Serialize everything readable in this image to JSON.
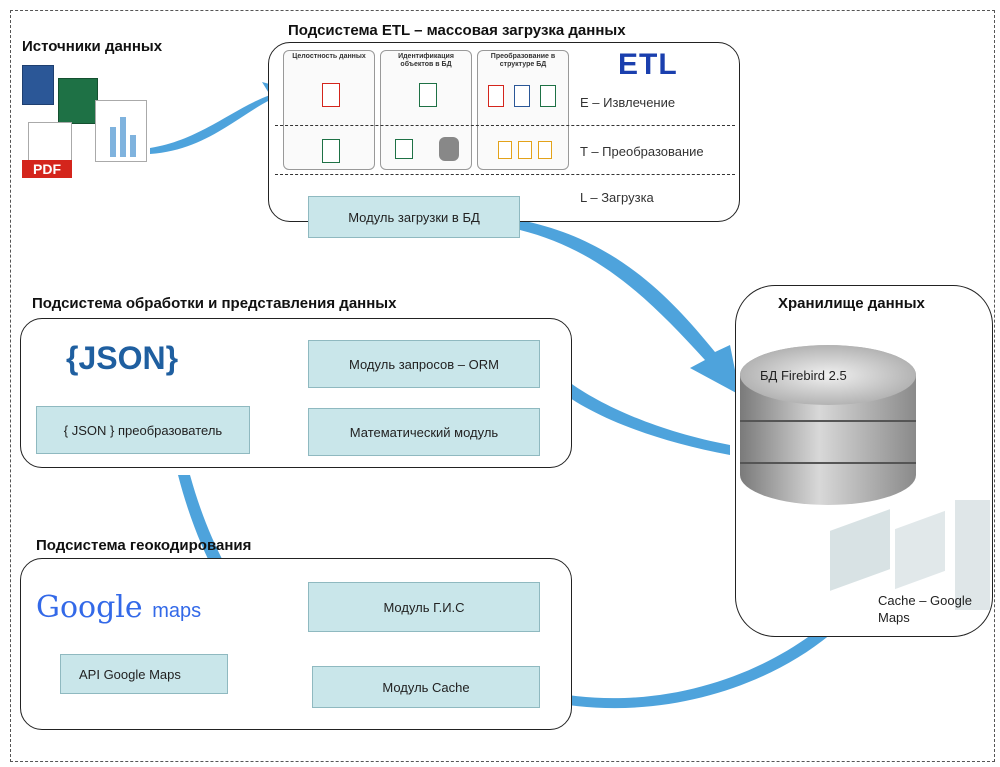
{
  "sources": {
    "title": "Источники данных",
    "pdf_label": "PDF"
  },
  "etl": {
    "title": "Подсистема ETL – массовая загрузка данных",
    "logo": "ETL",
    "columns": [
      "Целостность данных",
      "Идентификация объектов в БД",
      "Преобразование в структуре БД"
    ],
    "stages": {
      "extract": "E – Извлечение",
      "transform": "T – Преобразование",
      "load": "L – Загрузка"
    },
    "load_module": "Модуль загрузки в БД"
  },
  "processing": {
    "title": "Подсистема обработки и представления данных",
    "json_logo": "{JSON}",
    "orm_module": "Модуль запросов – ORM",
    "math_module": "Математический модуль",
    "json_converter": "{ JSON } преобразователь"
  },
  "geocoding": {
    "title": "Подсистема геокодирования",
    "google_brand": "Google",
    "google_maps_word": "maps",
    "gis_module": "Модуль Г.И.С",
    "cache_module": "Модуль Cache",
    "api_label": "API Google Maps"
  },
  "storage": {
    "title": "Хранилище данных",
    "db_label": "БД Firebird 2.5",
    "cache_label": "Cache – Google Maps"
  },
  "colors": {
    "arrow": "#4ea3dc",
    "module": "#c9e6ea",
    "etl_logo": "#1a3fae"
  }
}
